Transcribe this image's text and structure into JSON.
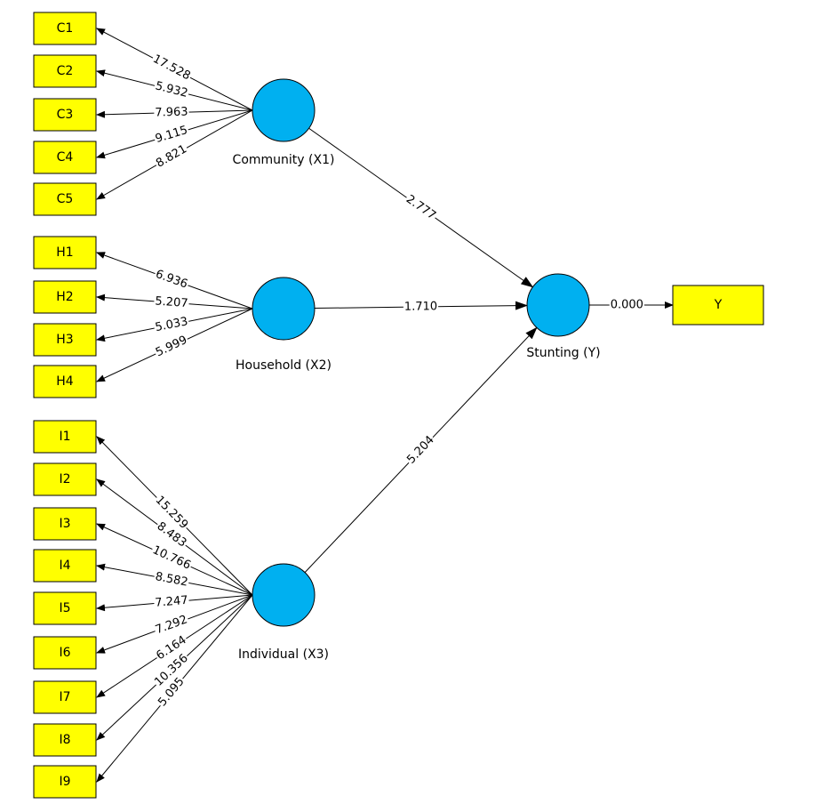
{
  "diagram": {
    "indicator_fill": "#ffff00",
    "construct_fill": "#00b0f0",
    "constructs": [
      {
        "id": "X1",
        "label": "Community (X1)"
      },
      {
        "id": "X2",
        "label": "Household (X2)"
      },
      {
        "id": "X3",
        "label": "Individual (X3)"
      },
      {
        "id": "Y",
        "label": "Stunting (Y)"
      }
    ],
    "indicators": [
      {
        "id": "C1",
        "label": "C1",
        "construct": "X1",
        "weight": "17.528"
      },
      {
        "id": "C2",
        "label": "C2",
        "construct": "X1",
        "weight": "5.932"
      },
      {
        "id": "C3",
        "label": "C3",
        "construct": "X1",
        "weight": "7.963"
      },
      {
        "id": "C4",
        "label": "C4",
        "construct": "X1",
        "weight": "9.115"
      },
      {
        "id": "C5",
        "label": "C5",
        "construct": "X1",
        "weight": "8.821"
      },
      {
        "id": "H1",
        "label": "H1",
        "construct": "X2",
        "weight": "6.936"
      },
      {
        "id": "H2",
        "label": "H2",
        "construct": "X2",
        "weight": "5.207"
      },
      {
        "id": "H3",
        "label": "H3",
        "construct": "X2",
        "weight": "5.033"
      },
      {
        "id": "H4",
        "label": "H4",
        "construct": "X2",
        "weight": "5.999"
      },
      {
        "id": "I1",
        "label": "I1",
        "construct": "X3",
        "weight": "15.259"
      },
      {
        "id": "I2",
        "label": "I2",
        "construct": "X3",
        "weight": "8.483"
      },
      {
        "id": "I3",
        "label": "I3",
        "construct": "X3",
        "weight": "10.766"
      },
      {
        "id": "I4",
        "label": "I4",
        "construct": "X3",
        "weight": "8.582"
      },
      {
        "id": "I5",
        "label": "I5",
        "construct": "X3",
        "weight": "7.247"
      },
      {
        "id": "I6",
        "label": "I6",
        "construct": "X3",
        "weight": "7.292"
      },
      {
        "id": "I7",
        "label": "I7",
        "construct": "X3",
        "weight": "6.164"
      },
      {
        "id": "I8",
        "label": "I8",
        "construct": "X3",
        "weight": "10.356"
      },
      {
        "id": "I9",
        "label": "I9",
        "construct": "X3",
        "weight": "5.095"
      },
      {
        "id": "Yi",
        "label": "Y",
        "construct": "Y",
        "weight": "0.000"
      }
    ],
    "paths": [
      {
        "from": "X1",
        "to": "Y",
        "value": "2.777"
      },
      {
        "from": "X2",
        "to": "Y",
        "value": "1.710"
      },
      {
        "from": "X3",
        "to": "Y",
        "value": "5.204"
      }
    ]
  }
}
